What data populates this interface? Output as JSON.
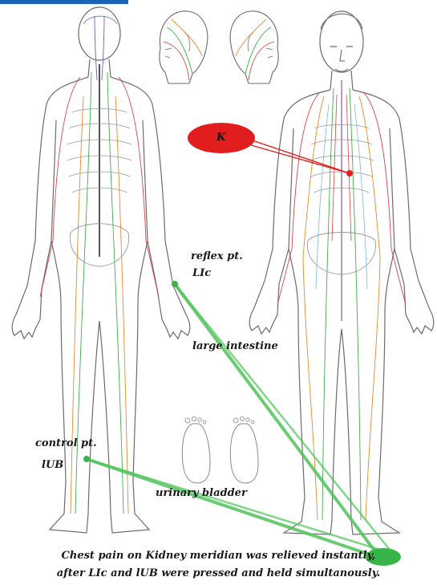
{
  "labels": {
    "kidney": "K",
    "reflex_line1": "reflex pt.",
    "reflex_line2": "LIc",
    "large_intestine": "large intestine",
    "control_line1": "control pt.",
    "control_line2": "lUB",
    "urinary_bladder": "urinary bladder"
  },
  "caption": {
    "line1": "Chest pain on Kidney meridian was relieved instantly,",
    "line2": "after LIc and lUB were pressed and held simultanously."
  },
  "colors": {
    "kidney_marker": "#e11d1d",
    "point_marker": "#38b549",
    "connector_line": "#4fc45a",
    "top_bar": "#1a63b7",
    "body_outline": "#6b6b6b"
  }
}
